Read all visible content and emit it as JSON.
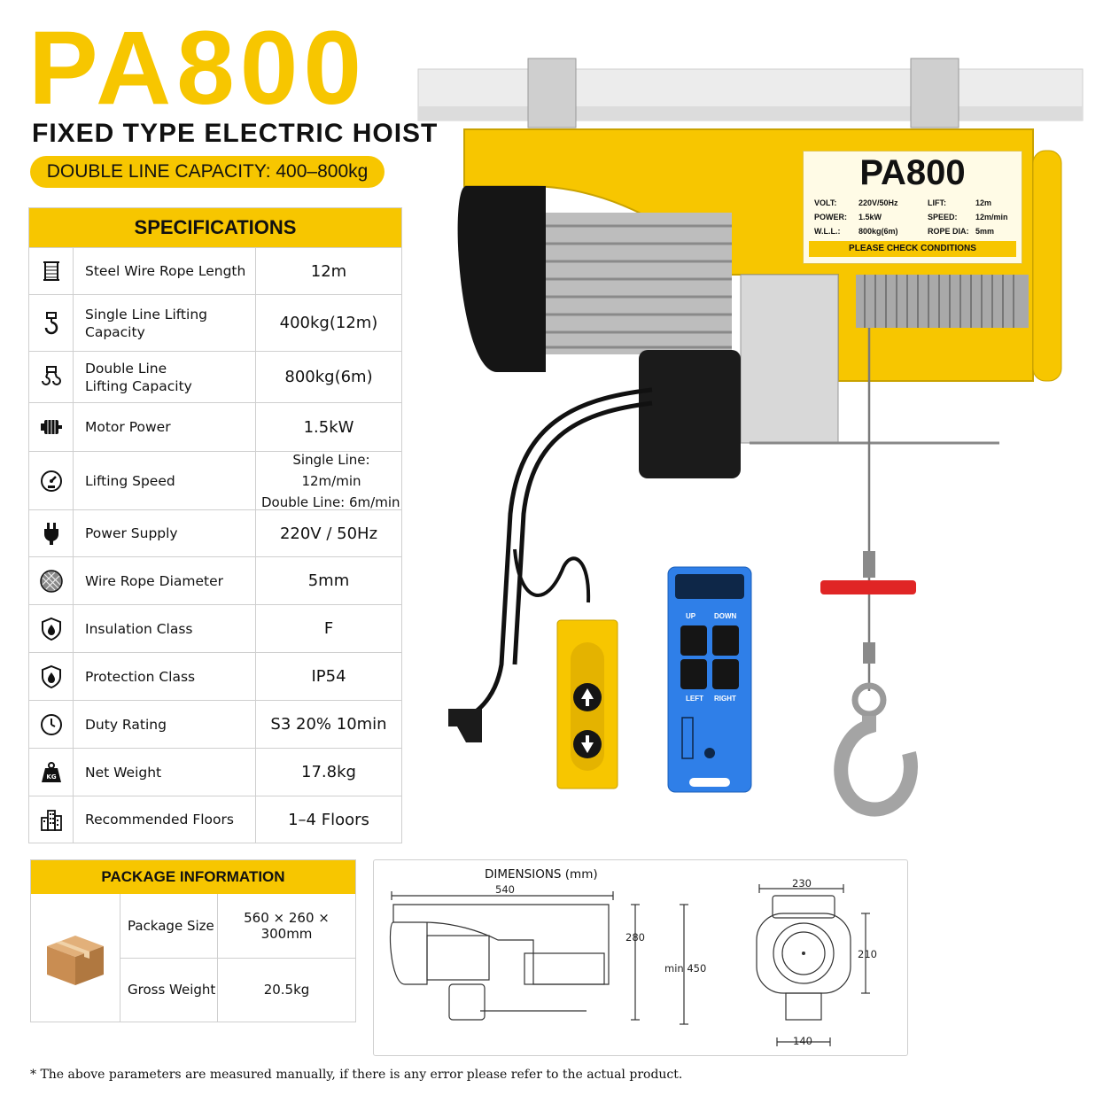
{
  "title": "PA800",
  "subtitle": "FIXED TYPE ELECTRIC HOIST",
  "capacity": "DOUBLE LINE CAPACITY: 400–800kg",
  "specs": {
    "header": "SPECIFICATIONS",
    "rows": [
      {
        "icon": "wire-rope-spool-icon",
        "label": "Steel Wire Rope Length",
        "value": "12m"
      },
      {
        "icon": "single-hook-icon",
        "label": "Single Line Lifting\nCapacity",
        "value": "400kg(12m)"
      },
      {
        "icon": "double-hook-icon",
        "label": "Double Line\nLifting Capacity",
        "value": "800kg(6m)"
      },
      {
        "icon": "motor-icon",
        "label": "Motor Power",
        "value": "1.5kW"
      },
      {
        "icon": "speedometer-icon",
        "label": "Lifting Speed",
        "value1": "Single Line:  12m/min",
        "value2": "Double Line:  6m/min"
      },
      {
        "icon": "power-plug-icon",
        "label": "Power Supply",
        "value": "220V / 50Hz"
      },
      {
        "icon": "wire-cross-section-icon",
        "label": "Wire Rope Diameter",
        "value": "5mm"
      },
      {
        "icon": "shield-icon",
        "label": "Insulation Class",
        "value": "F"
      },
      {
        "icon": "shield-drop-icon",
        "label": "Protection Class",
        "value": "IP54"
      },
      {
        "icon": "clock-icon",
        "label": "Duty Rating",
        "value": "S3 20% 10min"
      },
      {
        "icon": "kg-weight-icon",
        "label": "Net Weight",
        "value": "17.8kg"
      },
      {
        "icon": "building-icon",
        "label": "Recommended Floors",
        "value": "1–4 Floors"
      }
    ]
  },
  "label_plate": {
    "title": "PA800",
    "volt_k": "VOLT:",
    "volt_v": "220V/50Hz",
    "power_k": "POWER:",
    "power_v": "1.5kW",
    "wll_k": "W.L.L.:",
    "wll_v": "800kg(6m)",
    "lift_k": "LIFT:",
    "lift_v": "12m",
    "speed_k": "SPEED:",
    "speed_v": "12m/min",
    "rope_k": "ROPE DIA:",
    "rope_v": "5mm",
    "notice": "PLEASE CHECK CONDITIONS"
  },
  "remote": {
    "up": "UP",
    "down": "DOWN",
    "left": "LEFT",
    "right": "RIGHT"
  },
  "package": {
    "header": "PACKAGE INFORMATION",
    "size_label": "Package Size",
    "size_value": "560 × 260 × 300mm",
    "weight_label": "Gross Weight",
    "weight_value": "20.5kg"
  },
  "dimensions": {
    "title": "DIMENSIONS (mm)",
    "length": "540",
    "height": "280",
    "min_height": "min 450",
    "width": "230",
    "side_height": "210",
    "base": "140"
  },
  "footnote": "* The above parameters are measured manually, if there is any error please refer to the actual product.",
  "colors": {
    "accent": "#f7c600",
    "remote_blue": "#2f7fe8",
    "red": "#e02525"
  }
}
